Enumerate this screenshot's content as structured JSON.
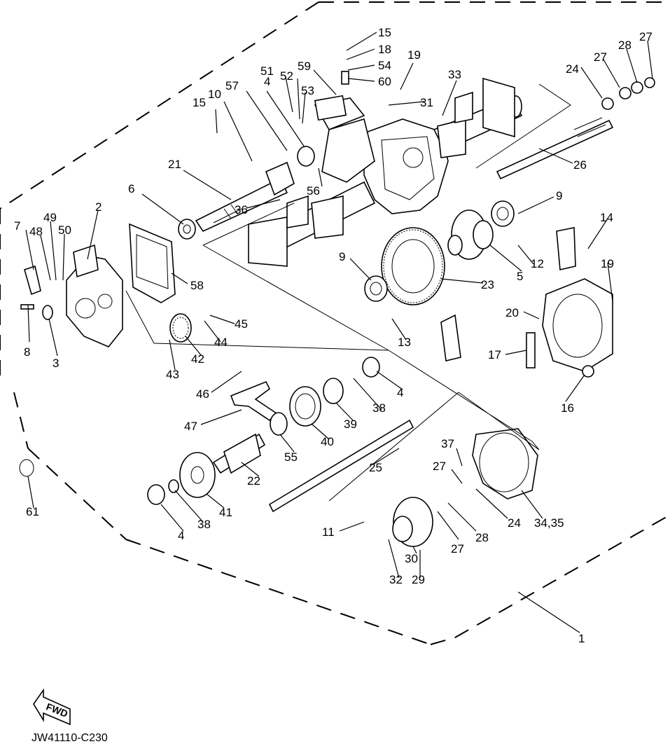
{
  "diagram": {
    "title": "",
    "drawing_code": "JW41110-C230",
    "direction_label": "FWD",
    "callouts": [
      "15",
      "18",
      "54",
      "60",
      "19",
      "31",
      "33",
      "59",
      "51",
      "52",
      "53",
      "57",
      "4",
      "10",
      "15",
      "21",
      "6",
      "56",
      "36",
      "2",
      "7",
      "48",
      "49",
      "50",
      "8",
      "3",
      "58",
      "45",
      "44",
      "42",
      "43",
      "46",
      "47",
      "55",
      "40",
      "39",
      "38",
      "4",
      "22",
      "41",
      "38",
      "4",
      "61",
      "25",
      "11",
      "30",
      "29",
      "32",
      "27",
      "28",
      "24",
      "34,35",
      "37",
      "27",
      "24",
      "27",
      "28",
      "27",
      "26",
      "9",
      "14",
      "12",
      "5",
      "9",
      "23",
      "13",
      "19",
      "20",
      "17",
      "16",
      "1"
    ]
  }
}
